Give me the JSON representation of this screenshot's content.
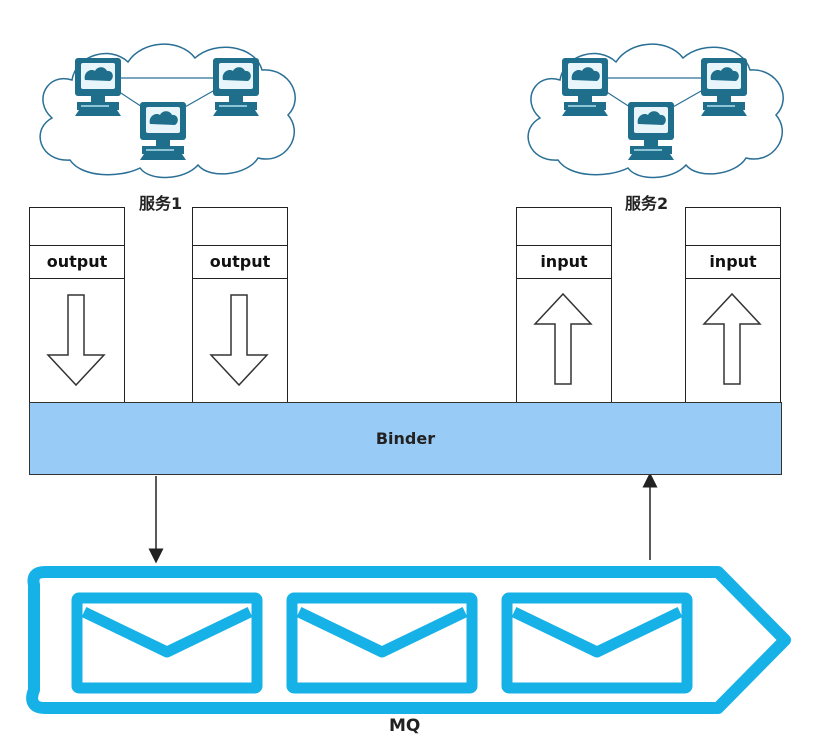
{
  "services": [
    {
      "label": "服务1"
    },
    {
      "label": "服务2"
    }
  ],
  "channels": {
    "output_label": "output",
    "input_label": "input"
  },
  "binder": {
    "label": "Binder"
  },
  "mq": {
    "label": "MQ"
  },
  "colors": {
    "binder_fill": "#99cbf7",
    "cloud_stroke": "#1d5f8a",
    "computer": "#1e6e8c",
    "mq_stroke": "#16b1e6"
  }
}
